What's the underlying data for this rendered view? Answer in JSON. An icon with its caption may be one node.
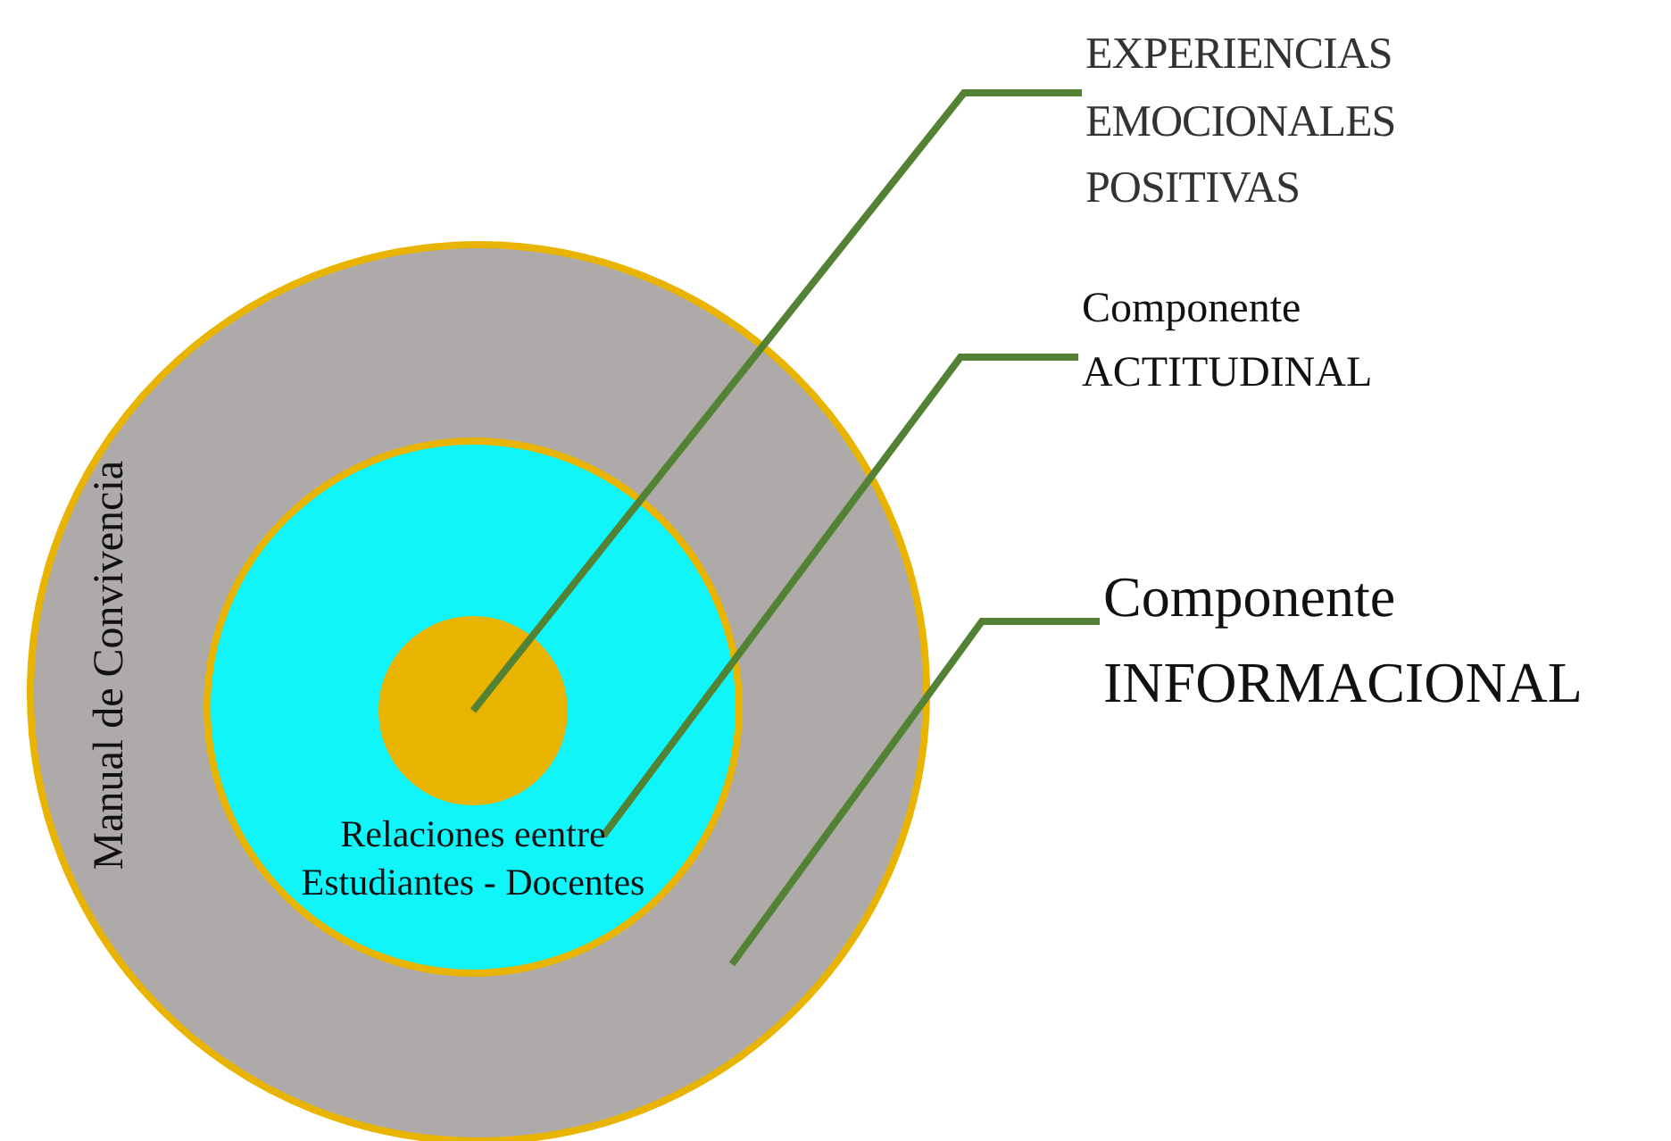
{
  "diagram": {
    "nodes": [
      {
        "text": [
          "Manual de Convivencia"
        ]
      },
      {
        "text": [
          "Relaciones eentre Estudiantes - Docentes"
        ],
        "in": 0
      },
      {
        "text": [],
        "shape": "circle",
        "in": 1
      },
      {
        "text": [
          "EXPERIENCIAS EMOCIONALES POSITIVAS"
        ]
      },
      {
        "text": [
          "Componente ACTITUDINAL"
        ]
      },
      {
        "text": [
          "Componente INFORMACIONAL"
        ]
      }
    ],
    "edges": [
      {
        "from": 3,
        "to": 2,
        "arrow": "none",
        "color": "#548235"
      },
      {
        "from": 4,
        "to": 1,
        "arrow": "none",
        "color": "#548235"
      },
      {
        "from": 5,
        "to": 0,
        "arrow": "none",
        "color": "#548235"
      }
    ]
  }
}
